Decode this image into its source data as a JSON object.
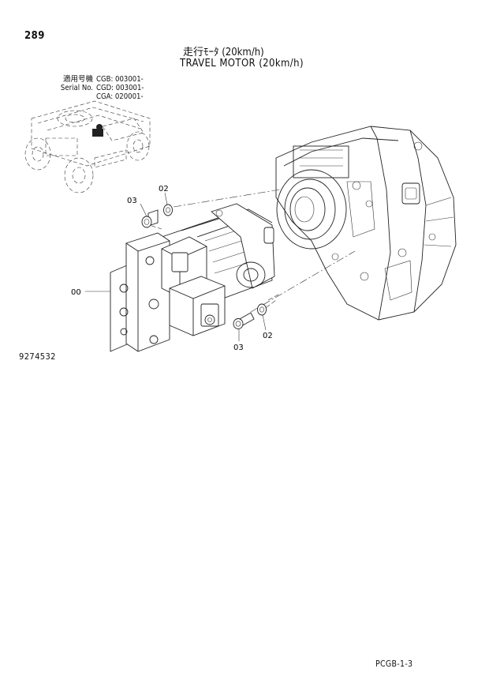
{
  "page_number": "289",
  "title_jp": "走行ﾓｰﾀ (20km/h)",
  "title_en": "TRAVEL MOTOR (20km/h)",
  "serial_info": {
    "rows": [
      {
        "label": "適用号機",
        "value": "CGB: 003001-"
      },
      {
        "label": "Serial No.",
        "value": "CGD: 003001-"
      },
      {
        "label": "",
        "value": "CGA: 020001-"
      }
    ]
  },
  "callouts": {
    "upper_bolt": "03",
    "upper_washer": "02",
    "motor_assembly": "00",
    "lower_bolt": "03",
    "lower_washer": "02"
  },
  "drawing_number": "9274532",
  "sheet_code": "PCGB-1-3"
}
